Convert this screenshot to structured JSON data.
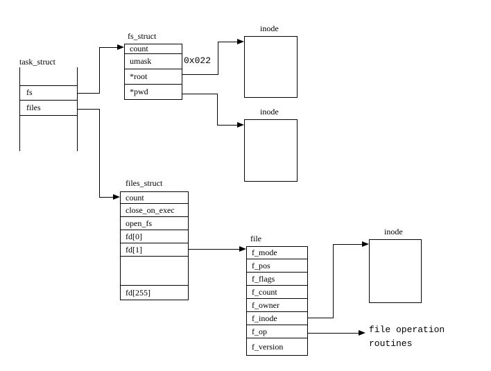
{
  "colors": {
    "line": "#000000",
    "background": "#ffffff"
  },
  "task_struct": {
    "title": "task_struct",
    "rows": [
      "fs",
      "files"
    ]
  },
  "fs_struct": {
    "title": "fs_struct",
    "rows": [
      "count",
      "umask",
      "*root",
      "*pwd"
    ],
    "umask_value": "0x022"
  },
  "files_struct": {
    "title": "files_struct",
    "rows": [
      "count",
      "close_on_exec",
      "open_fs",
      "fd[0]",
      "fd[1]",
      "",
      "fd[255]"
    ]
  },
  "file": {
    "title": "file",
    "rows": [
      "f_mode",
      "f_pos",
      "f_flags",
      "f_count",
      "f_owner",
      "f_inode",
      "f_op",
      "f_version"
    ]
  },
  "inodes": {
    "top": {
      "title": "inode"
    },
    "middle": {
      "title": "inode"
    },
    "bottom": {
      "title": "inode"
    }
  },
  "annotations": {
    "file_op_line1": "file operation",
    "file_op_line2": "routines"
  }
}
